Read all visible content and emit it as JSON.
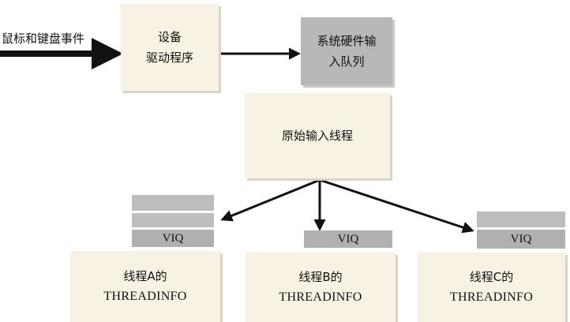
{
  "input_label": "鼠标和键盘事件",
  "device_driver": {
    "line1": "设备",
    "line2": "驱动程序"
  },
  "system_queue": {
    "line1": "系统硬件输",
    "line2": "入队列"
  },
  "raw_input_thread": "原始输入线程",
  "threads": [
    {
      "viq": "VIQ",
      "line1": "线程A的",
      "line2": "THREADINFO"
    },
    {
      "viq": "VIQ",
      "line1": "线程B的",
      "line2": "THREADINFO"
    },
    {
      "viq": "VIQ",
      "line1": "线程C的",
      "line2": "THREADINFO"
    }
  ]
}
